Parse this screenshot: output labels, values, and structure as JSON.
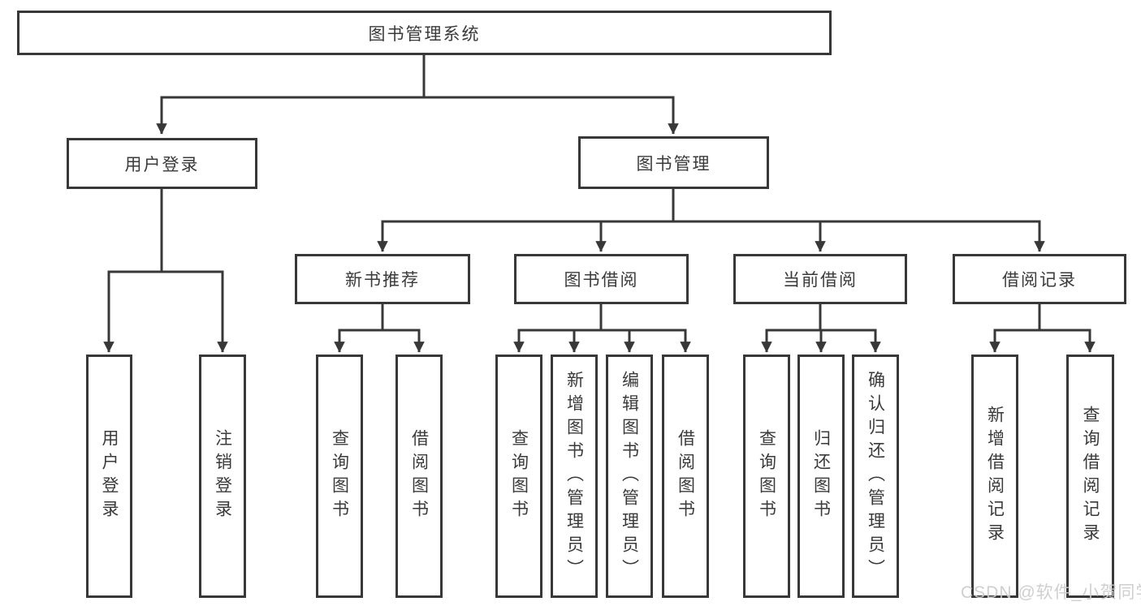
{
  "tree": {
    "label": "图书管理系统",
    "children": [
      {
        "label": "用户登录",
        "children": [
          {
            "label": "用户登录"
          },
          {
            "label": "注销登录"
          }
        ]
      },
      {
        "label": "图书管理",
        "children": [
          {
            "label": "新书推荐",
            "children": [
              {
                "label": "查询图书"
              },
              {
                "label": "借阅图书"
              }
            ]
          },
          {
            "label": "图书借阅",
            "children": [
              {
                "label": "查询图书"
              },
              {
                "label": "新增图书（管理员）"
              },
              {
                "label": "编辑图书（管理员）"
              },
              {
                "label": "借阅图书"
              }
            ]
          },
          {
            "label": "当前借阅",
            "children": [
              {
                "label": "查询图书"
              },
              {
                "label": "归还图书"
              },
              {
                "label": "确认归还（管理员）"
              }
            ]
          },
          {
            "label": "借阅记录",
            "children": [
              {
                "label": "新增借阅记录"
              },
              {
                "label": "查询借阅记录"
              }
            ]
          }
        ]
      }
    ]
  },
  "watermark": {
    "text": "CSDN @软件_小贺同学"
  },
  "colors": {
    "line": "#383838",
    "box_border": "#383838",
    "box_fill": "#ffffff",
    "text": "#3a3a3a",
    "watermark": "#cbcbcb"
  }
}
